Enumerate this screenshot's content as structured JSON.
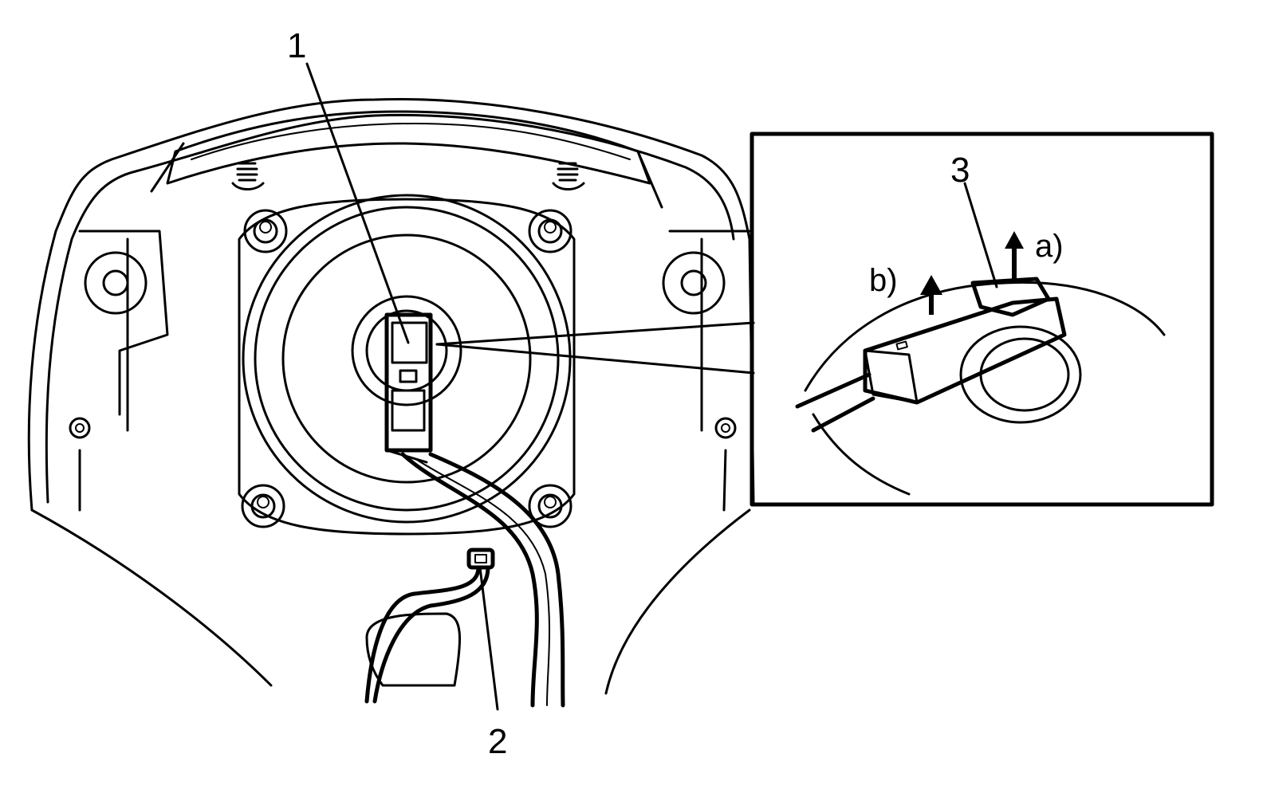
{
  "callouts": {
    "c1": "1",
    "c2": "2",
    "c3": "3",
    "a": "a)",
    "b": "b)"
  },
  "colors": {
    "line": "#000000",
    "background": "#ffffff"
  }
}
